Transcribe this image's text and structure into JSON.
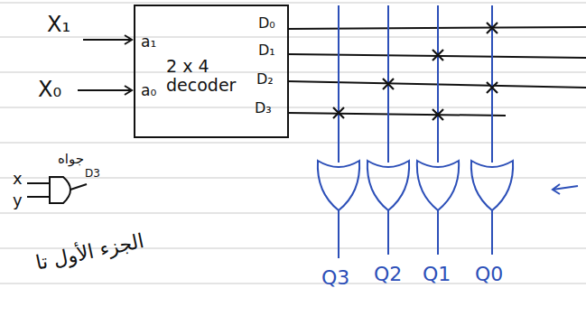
{
  "diagram": {
    "nodes": [
      {
        "text": [
          "a₁",
          "a₀",
          "2 x 4 decoder",
          "D₀",
          "D₁",
          "D₂",
          "D₃"
        ]
      }
    ],
    "labels": [
      "X₁",
      "X₀",
      "x",
      "y",
      "D3",
      "جواه",
      "الجزء الأول تا",
      "Q3",
      "Q2",
      "Q1",
      "Q0"
    ]
  }
}
